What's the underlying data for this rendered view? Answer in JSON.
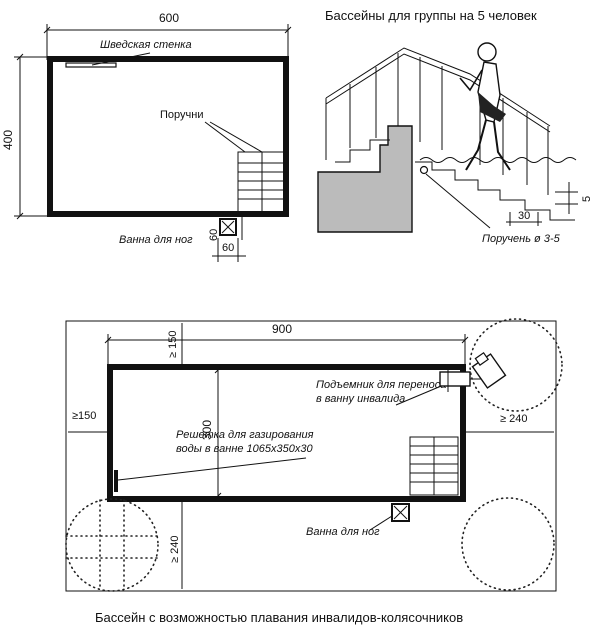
{
  "top_title": "Бассейны для группы на 5 человек",
  "bottom_title": "Бассейн с возможностью плавания инвалидов-колясочников",
  "plan1": {
    "dim_width": "600",
    "dim_height": "400",
    "wall_bars": "Шведская стенка",
    "handrails": "Поручни",
    "foot_bath": "Ванна для ног",
    "dim_60a": "60",
    "dim_60b": "60"
  },
  "section": {
    "handrail_dia": "Поручень ø 3-5",
    "dim_30": "30",
    "dim_5": "5"
  },
  "plan2": {
    "dim_width": "900",
    "dim_height": "300",
    "dim_top": "≥ 150",
    "dim_left": "≥150",
    "dim_right": "≥ 240",
    "dim_bottom": "≥ 240",
    "lift": "Подъемник для переноса в ванну инвалида",
    "lift_l1": "Подъемник для переноса",
    "lift_l2": "в ванну инвалида",
    "grate_l1": "Решетка для газирования",
    "grate_l2": "воды в ванне 1065х350х30",
    "foot_bath": "Ванна для ног"
  }
}
